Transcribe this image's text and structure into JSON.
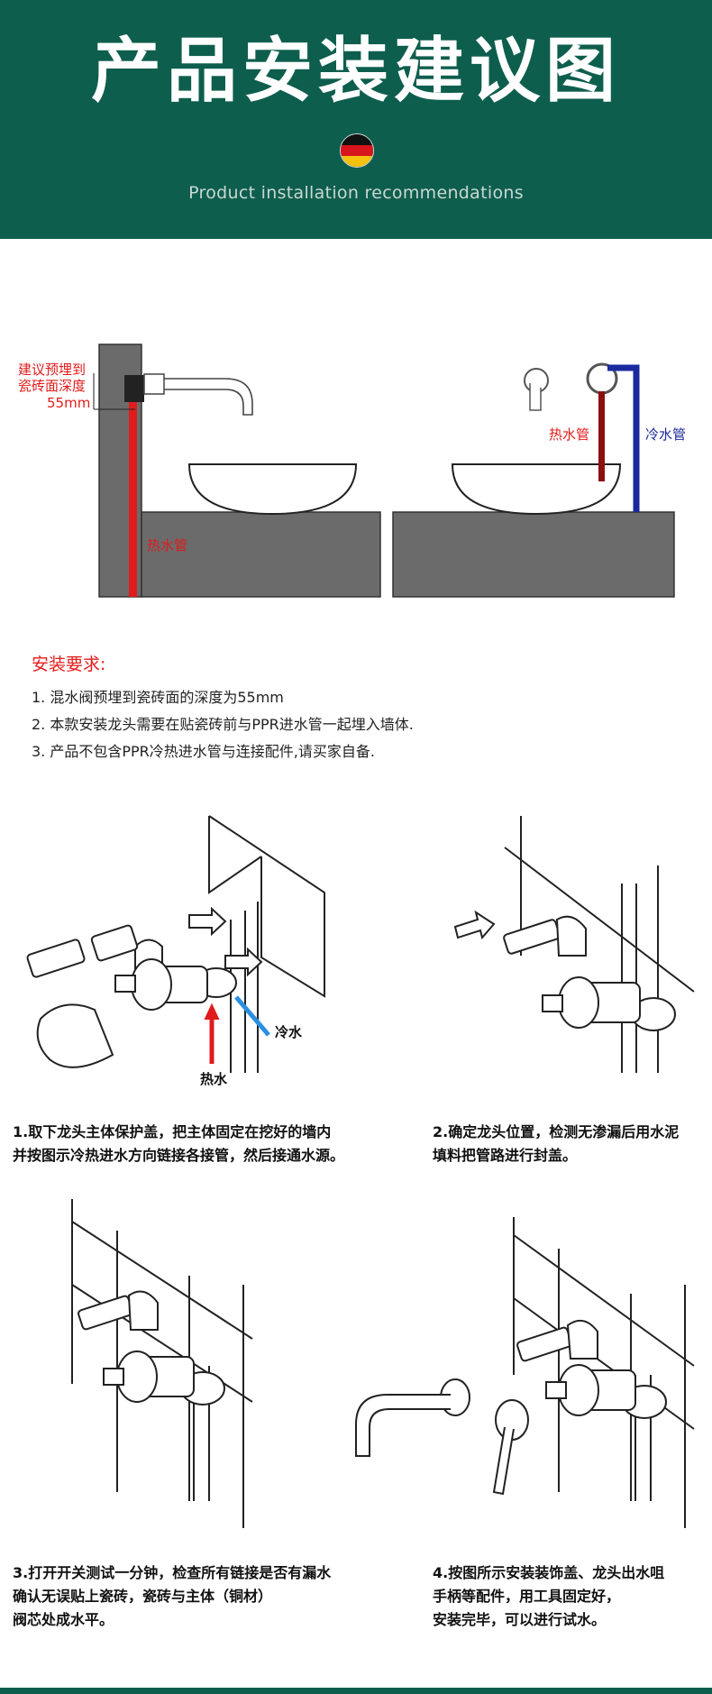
{
  "header": {
    "title": "产品安装建议图",
    "subtitle": "Product installation recommendations",
    "flag_colors": [
      "#111111",
      "#d8141c",
      "#f4c20d"
    ]
  },
  "diagram1": {
    "depth_label_lines": [
      "建议预埋到",
      "瓷砖面深度",
      "55mm"
    ],
    "hot_pipe_label": "热水管"
  },
  "diagram2": {
    "hot_pipe_label": "热水管",
    "cold_pipe_label": "冷水管"
  },
  "requirements": {
    "title": "安装要求:",
    "items": [
      "1.  混水阀预埋到瓷砖面的深度为55mm",
      "2.  本款安装龙头需要在贴瓷砖前与PPR进水管一起埋入墙体.",
      "3.  产品不包含PPR冷热进水管与连接配件,请买家自备."
    ]
  },
  "steps": [
    {
      "callouts": {
        "cold": "冷水",
        "hot": "热水"
      },
      "text": "1.取下龙头主体保护盖，把主体固定在挖好的墙内\n并按图示冷热进水方向链接各接管，然后接通水源。"
    },
    {
      "text": "2.确定龙头位置，检测无渗漏后用水泥\n填料把管路进行封盖。"
    },
    {
      "text": "3.打开开关测试一分钟，检查所有链接是否有漏水\n确认无误贴上瓷砖，瓷砖与主体（铜材）\n阀芯处成水平。"
    },
    {
      "text": "4.按图所示安装装饰盖、龙头出水咀\n手柄等配件，用工具固定好，\n安装完毕，可以进行试水。"
    }
  ],
  "colors": {
    "brand_green": "#0e5e4e",
    "hot": "#e11b1b",
    "cold": "#1a2a9e",
    "wall_gray": "#6b6b6b"
  }
}
